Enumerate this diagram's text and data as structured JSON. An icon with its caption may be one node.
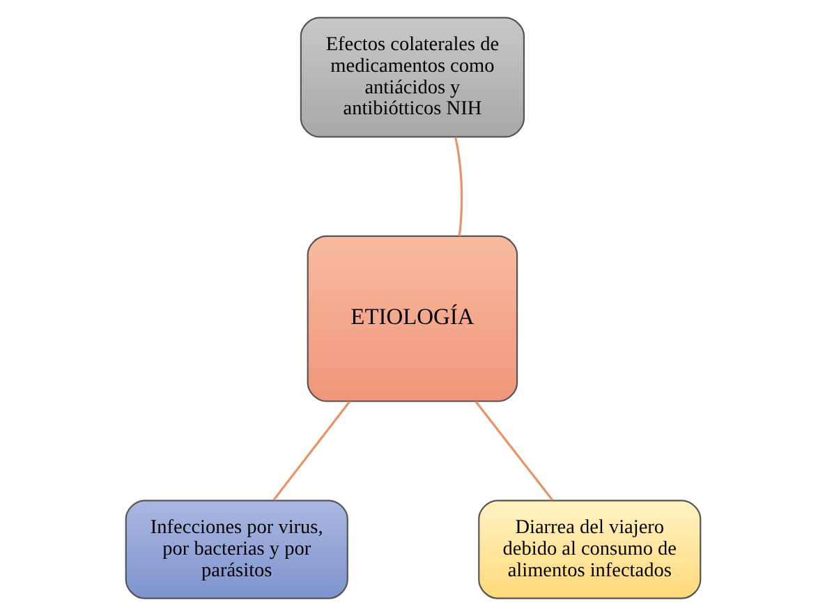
{
  "diagram": {
    "nodes": [
      {
        "text": [
          "Efectos colaterales de medicamentos como antiácidos y antibiótticos NIH"
        ]
      },
      {
        "text": [
          "ETIOLOGÍA"
        ]
      },
      {
        "text": [
          "Infecciones por virus, por bacterias y por parásitos"
        ]
      },
      {
        "text": [
          "Diarrea del viajero debido al consumo de alimentos infectados"
        ]
      }
    ],
    "edges": [
      {
        "from": 1,
        "to": 0,
        "arrow": "none",
        "color": "#e8956a"
      },
      {
        "from": 1,
        "to": 2,
        "arrow": "none",
        "color": "#e8956a"
      },
      {
        "from": 1,
        "to": 3,
        "arrow": "none",
        "color": "#e8956a"
      }
    ]
  }
}
